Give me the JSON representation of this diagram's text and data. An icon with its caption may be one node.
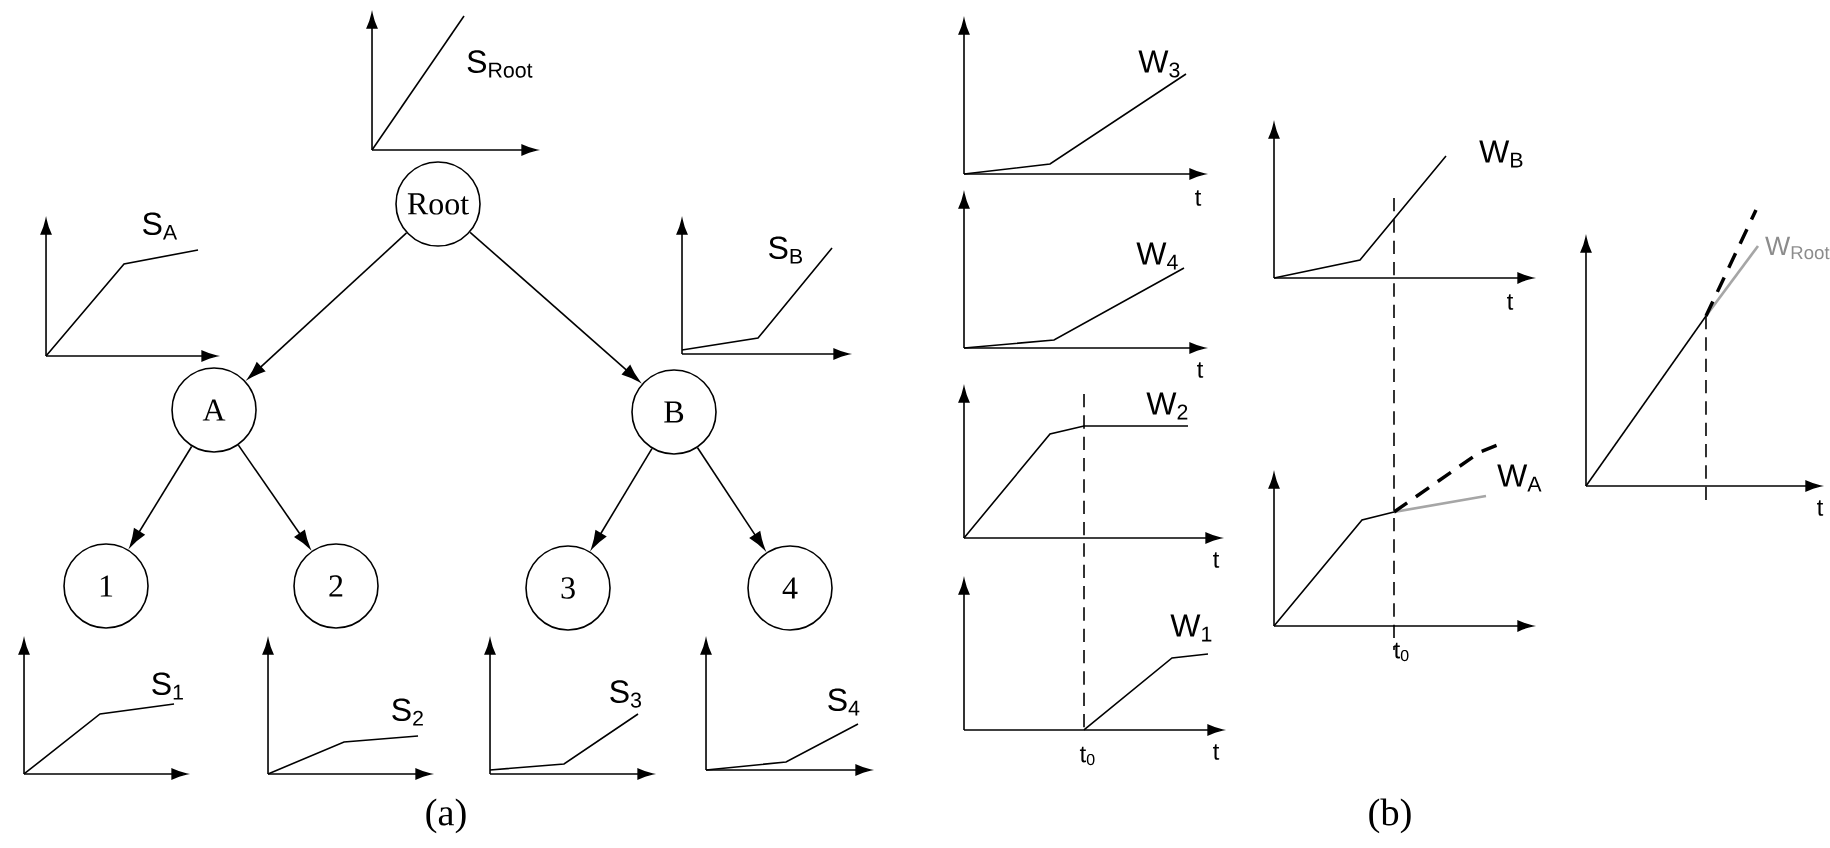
{
  "diagram": {
    "nodes": [
      {
        "text": [
          "Root"
        ]
      },
      {
        "text": [
          "A"
        ]
      },
      {
        "text": [
          "B"
        ]
      },
      {
        "text": [
          "1"
        ]
      },
      {
        "text": [
          "2"
        ]
      },
      {
        "text": [
          "3"
        ]
      },
      {
        "text": [
          "4"
        ]
      }
    ],
    "edges": [
      {
        "from": 0,
        "to": 1,
        "arrow": "to"
      },
      {
        "from": 0,
        "to": 2,
        "arrow": "to"
      },
      {
        "from": 1,
        "to": 3,
        "arrow": "to"
      },
      {
        "from": 1,
        "to": 4,
        "arrow": "to"
      },
      {
        "from": 2,
        "to": 5,
        "arrow": "to"
      },
      {
        "from": 2,
        "to": 6,
        "arrow": "to"
      }
    ],
    "labels": [
      "S$_{Root}$",
      "S$_{A}$",
      "S$_{B}$",
      "S$_{1}$",
      "S$_{2}$",
      "S$_{3}$",
      "S$_{4}$",
      "(a)",
      "W$_{3}$",
      "t",
      "W$_{4}$",
      "t",
      "W$_{2}$",
      "t",
      "W$_{1}$",
      "t$_{0}$",
      "t",
      "W$_{B}$",
      "t",
      "W$_{A}$",
      "t$_{0}$",
      "W$_{Root}$",
      "t",
      "(b)"
    ]
  }
}
